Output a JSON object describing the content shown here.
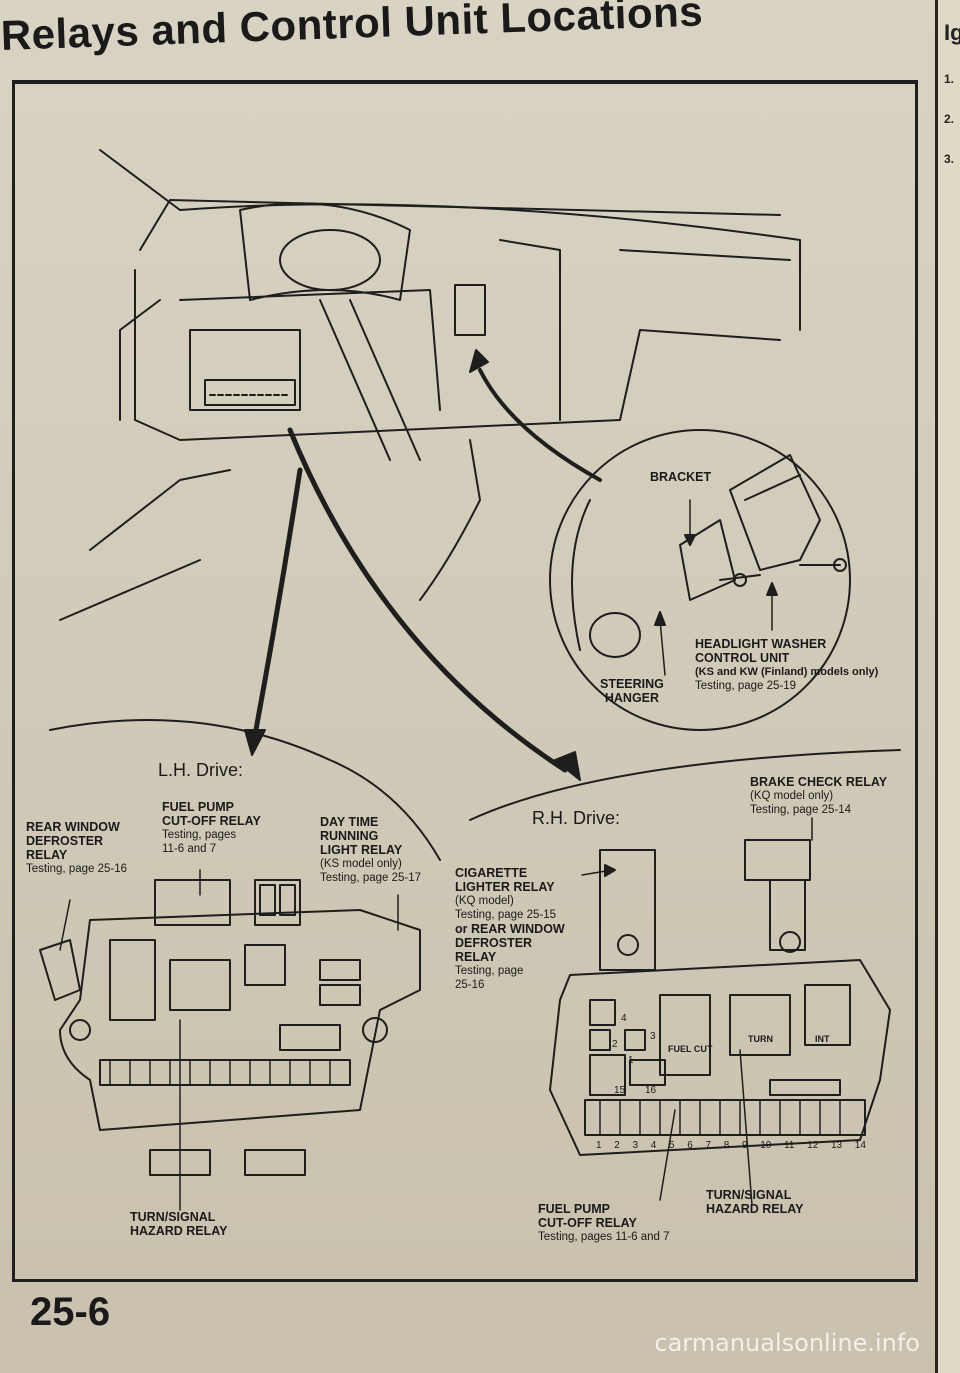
{
  "title": "Relays and Control Unit Locations",
  "page_number": "25-6",
  "watermark": "carmanualsonline.info",
  "side_strip": [
    "Ig",
    "1.",
    "2.",
    "3."
  ],
  "detail": {
    "bracket": "BRACKET",
    "steering_hanger": [
      "STEERING",
      "HANGER"
    ],
    "headlight_washer": [
      "HEADLIGHT WASHER",
      "CONTROL UNIT",
      "(KS and KW (Finland) models only)",
      "Testing, page 25-19"
    ]
  },
  "lh": {
    "heading": "L.H. Drive:",
    "rear_window": [
      "REAR WINDOW",
      "DEFROSTER",
      "RELAY",
      "Testing, page 25-16"
    ],
    "fuel_pump": [
      "FUEL PUMP",
      "CUT-OFF RELAY",
      "Testing, pages",
      "11-6 and 7"
    ],
    "daytime": [
      "DAY TIME",
      "RUNNING",
      "LIGHT RELAY",
      "(KS model only)",
      "Testing, page 25-17"
    ],
    "turn_signal": [
      "TURN/SIGNAL",
      "HAZARD RELAY"
    ]
  },
  "rh": {
    "heading": "R.H. Drive:",
    "brake_check": [
      "BRAKE CHECK RELAY",
      "(KQ model only)",
      "Testing, page 25-14"
    ],
    "cigarette": [
      "CIGARETTE",
      "LIGHTER RELAY",
      "(KQ model)",
      "Testing, page 25-15",
      "or REAR WINDOW",
      "DEFROSTER",
      "RELAY",
      "Testing, page",
      "25-16"
    ],
    "fuel_pump": [
      "FUEL PUMP",
      "CUT-OFF RELAY",
      "Testing, pages 11-6 and 7"
    ],
    "turn_signal": [
      "TURN/SIGNAL",
      "HAZARD RELAY"
    ],
    "box_labels": [
      "FUEL CUT",
      "TURN",
      "INT"
    ],
    "fuse_numbers_top": [
      "15",
      "16"
    ],
    "fuse_numbers": [
      "1",
      "2",
      "3",
      "4",
      "5",
      "6",
      "7",
      "8",
      "9",
      "10",
      "11",
      "12",
      "13",
      "14"
    ],
    "relay_numbers": [
      "1",
      "2",
      "3",
      "4"
    ]
  }
}
